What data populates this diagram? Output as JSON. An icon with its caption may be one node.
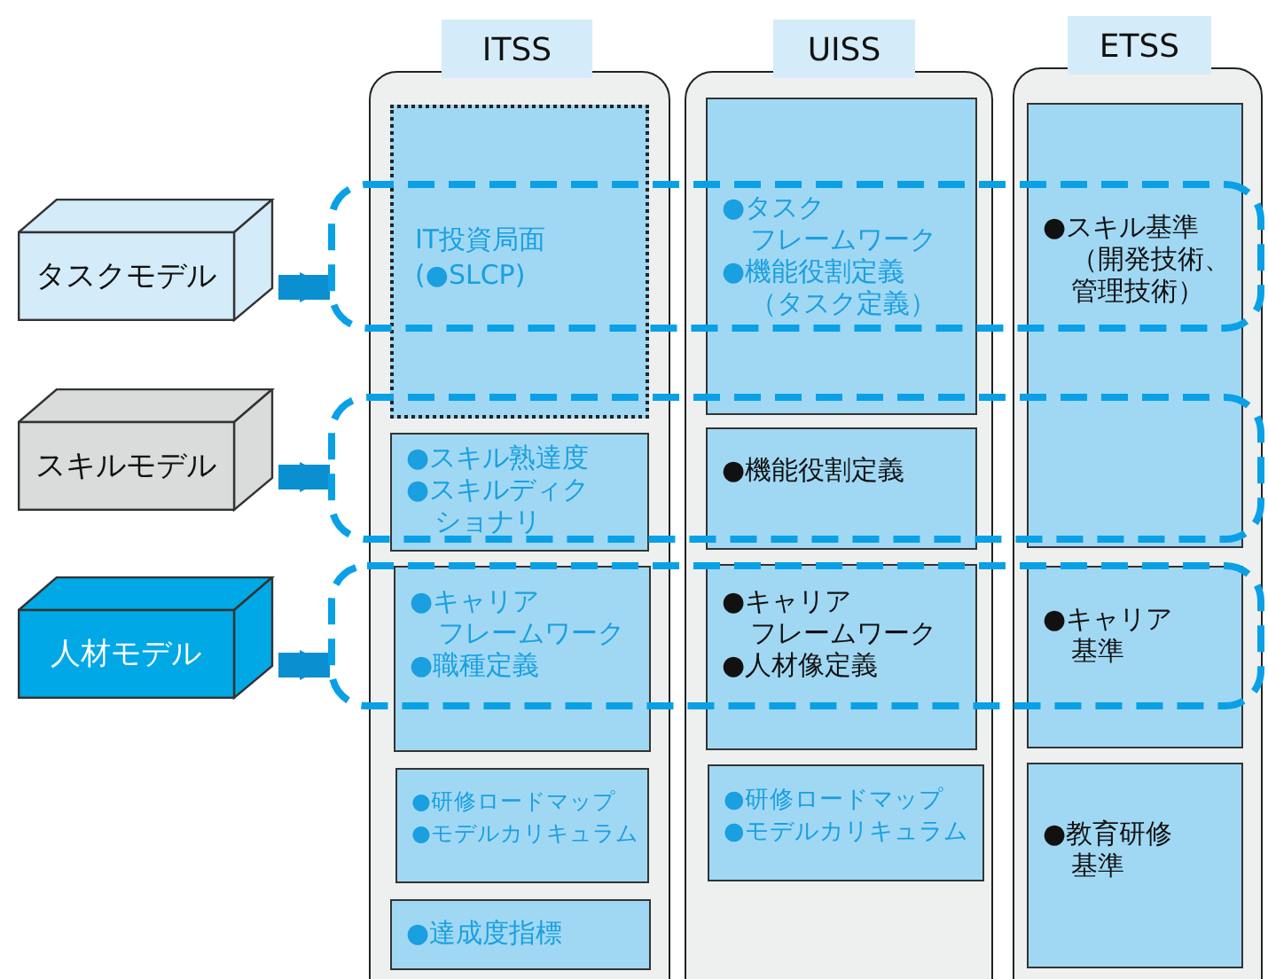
{
  "diagram": {
    "nodes": [
      {
        "text": [
          "タスクモデル"
        ]
      },
      {
        "text": [
          "スキルモデル"
        ]
      },
      {
        "text": [
          "人材モデル"
        ]
      },
      {
        "text": [
          "ITSS"
        ]
      },
      {
        "text": [
          "IT投資局面 (●SLCP)"
        ],
        "in": 3
      },
      {
        "text": [
          "●スキル熟達度",
          "●スキルディクショナリ"
        ],
        "in": 3
      },
      {
        "text": [
          "●キャリアフレームワーク",
          "●職種定義"
        ],
        "in": 3
      },
      {
        "text": [
          "●研修ロードマップ",
          "●モデルカリキュラム"
        ],
        "in": 3
      },
      {
        "text": [
          "●達成度指標"
        ],
        "in": 3
      },
      {
        "text": [
          "UISS"
        ]
      },
      {
        "text": [
          "●タスクフレームワーク",
          "●機能役割定義（タスク定義）"
        ],
        "in": 9
      },
      {
        "text": [
          "●機能役割定義"
        ],
        "in": 9
      },
      {
        "text": [
          "●キャリアフレームワーク",
          "●人材像定義"
        ],
        "in": 9
      },
      {
        "text": [
          "●研修ロードマップ",
          "●モデルカリキュラム"
        ],
        "in": 9
      },
      {
        "text": [
          "ETSS"
        ]
      },
      {
        "text": [
          "●スキル基準（開発技術、管理技術）"
        ],
        "in": 14
      },
      {
        "text": [
          "●キャリア基準"
        ],
        "in": 14
      },
      {
        "text": [
          "●教育研修基準"
        ],
        "in": 14
      },
      {
        "text": [],
        "shape": "box"
      },
      {
        "text": [],
        "shape": "box"
      },
      {
        "text": [],
        "shape": "box"
      }
    ],
    "edges": [
      {
        "from": 0,
        "to": 18,
        "arrow": "to"
      },
      {
        "from": 1,
        "to": 19,
        "arrow": "to"
      },
      {
        "from": 2,
        "to": 20,
        "arrow": "to"
      }
    ]
  }
}
